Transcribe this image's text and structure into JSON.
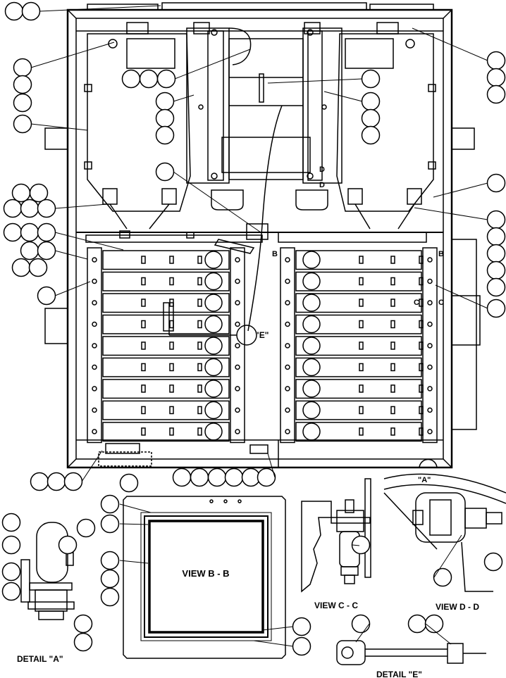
{
  "labels": {
    "view_bb": "VIEW B - B",
    "view_cc": "VIEW C - C",
    "view_dd": "VIEW D - D",
    "detail_a": "DETAIL \"A\"",
    "detail_e": "DETAIL \"E\"",
    "callout_a": "\"A\"",
    "callout_e": "\"E\"",
    "section_b": "B",
    "section_c": "C",
    "section_d": "D"
  },
  "colors": {
    "line": "#000000",
    "background": "#ffffff"
  }
}
